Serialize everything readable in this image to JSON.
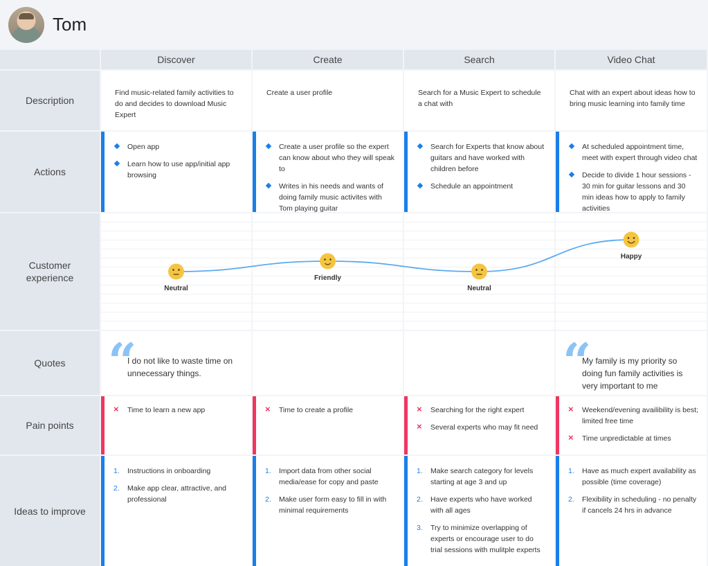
{
  "persona": {
    "name": "Tom"
  },
  "stages": [
    "Discover",
    "Create",
    "Search",
    "Video Chat"
  ],
  "row_labels": {
    "description": "Description",
    "actions": "Actions",
    "experience": "Customer experience",
    "quotes": "Quotes",
    "pain_points": "Pain points",
    "ideas": "Ideas to improve"
  },
  "descriptions": [
    "Find music-related family activities to do and decides to download Music Expert",
    "Create a user profile",
    "Search for a Music Expert to schedule a chat with",
    "Chat with an expert about ideas how to bring music learning into family time"
  ],
  "actions": [
    [
      "Open app",
      "Learn how to use app/initial app browsing"
    ],
    [
      "Create a user profile so the expert can know about who they will speak to",
      "Writes in his needs and wants of doing family music activites with Tom playing guitar"
    ],
    [
      "Search for Experts that know about guitars and have worked with children before",
      "Schedule an appointment"
    ],
    [
      "At scheduled appointment time, meet with expert through video chat",
      "Decide to divide 1 hour sessions - 30 min for guitar lessons and 30 min ideas how to apply to family activities"
    ]
  ],
  "experience": [
    {
      "label": "Neutral",
      "mood": "neutral",
      "level": 1
    },
    {
      "label": "Friendly",
      "mood": "friendly",
      "level": 2
    },
    {
      "label": "Neutral",
      "mood": "neutral",
      "level": 1
    },
    {
      "label": "Happy",
      "mood": "happy",
      "level": 3
    }
  ],
  "quotes": [
    "I do not like to waste time on unnecessary things.",
    "",
    "",
    "My family is my priority so doing fun family activities is very important to me"
  ],
  "pain_points": [
    [
      "Time to learn a new app"
    ],
    [
      "Time to create a profile"
    ],
    [
      "Searching for the right expert",
      "Several experts who may fit need"
    ],
    [
      "Weekend/evening availibility is best; limited free time",
      "Time unpredictable at times"
    ]
  ],
  "ideas": [
    [
      "Instructions in onboarding",
      "Make app clear, attractive, and professional"
    ],
    [
      "Import data from other social media/ease for copy and paste",
      "Make user form easy to fill in with minimal requirements"
    ],
    [
      "Make search category for levels starting at age 3 and up",
      "Have experts who have worked with all ages",
      "Try to minimize overlapping of experts or encourage user to do trial sessions with mulitple experts"
    ],
    [
      "Have as much expert availability as possible (time coverage)",
      "Flexibility in scheduling - no penalty if cancels 24 hrs in advance"
    ]
  ],
  "colors": {
    "accent_blue": "#1a7fe8",
    "accent_pink": "#f0365f",
    "header_bg": "#e2e7ed",
    "face": "#f5c542",
    "curve": "#5aaaf0"
  }
}
